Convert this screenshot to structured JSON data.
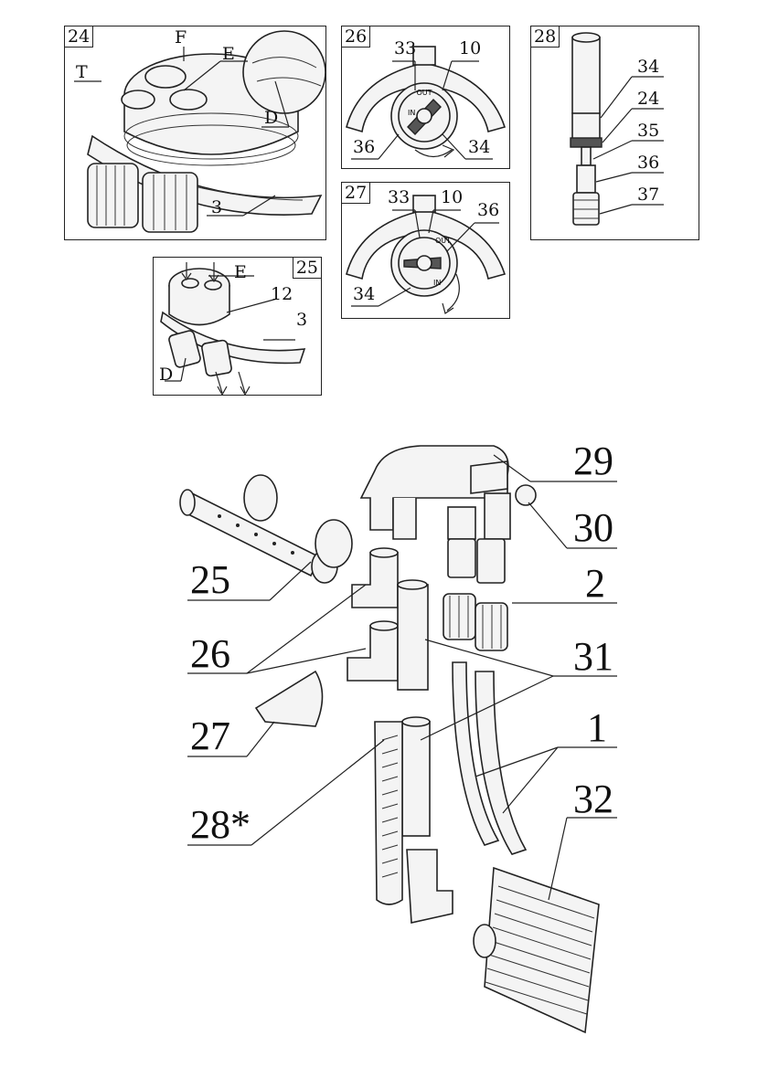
{
  "panels": {
    "p24": {
      "number": "24",
      "labels": {
        "F": "F",
        "E": "E",
        "T": "T",
        "D": "D",
        "n3": "3"
      }
    },
    "p25": {
      "number": "25",
      "labels": {
        "E": "E",
        "n12": "12",
        "n3": "3",
        "D": "D"
      }
    },
    "p26": {
      "number": "26",
      "labels": {
        "n33": "33",
        "n10": "10",
        "n36": "36",
        "n34": "34"
      },
      "dial_text": {
        "in": "IN",
        "out": "OUT"
      }
    },
    "p27": {
      "number": "27",
      "labels": {
        "n33": "33",
        "n10": "10",
        "n36": "36",
        "n34": "34"
      },
      "dial_text": {
        "in": "IN",
        "out": "OUT"
      }
    },
    "p28": {
      "number": "28",
      "labels": {
        "n34": "34",
        "n24": "24",
        "n35": "35",
        "n36": "36",
        "n37": "37"
      }
    }
  },
  "exploded": {
    "labels": {
      "n29": "29",
      "n30": "30",
      "n25": "25",
      "n2": "2",
      "n26": "26",
      "n31": "31",
      "n27": "27",
      "n1": "1",
      "n28": "28*",
      "n32": "32"
    }
  }
}
